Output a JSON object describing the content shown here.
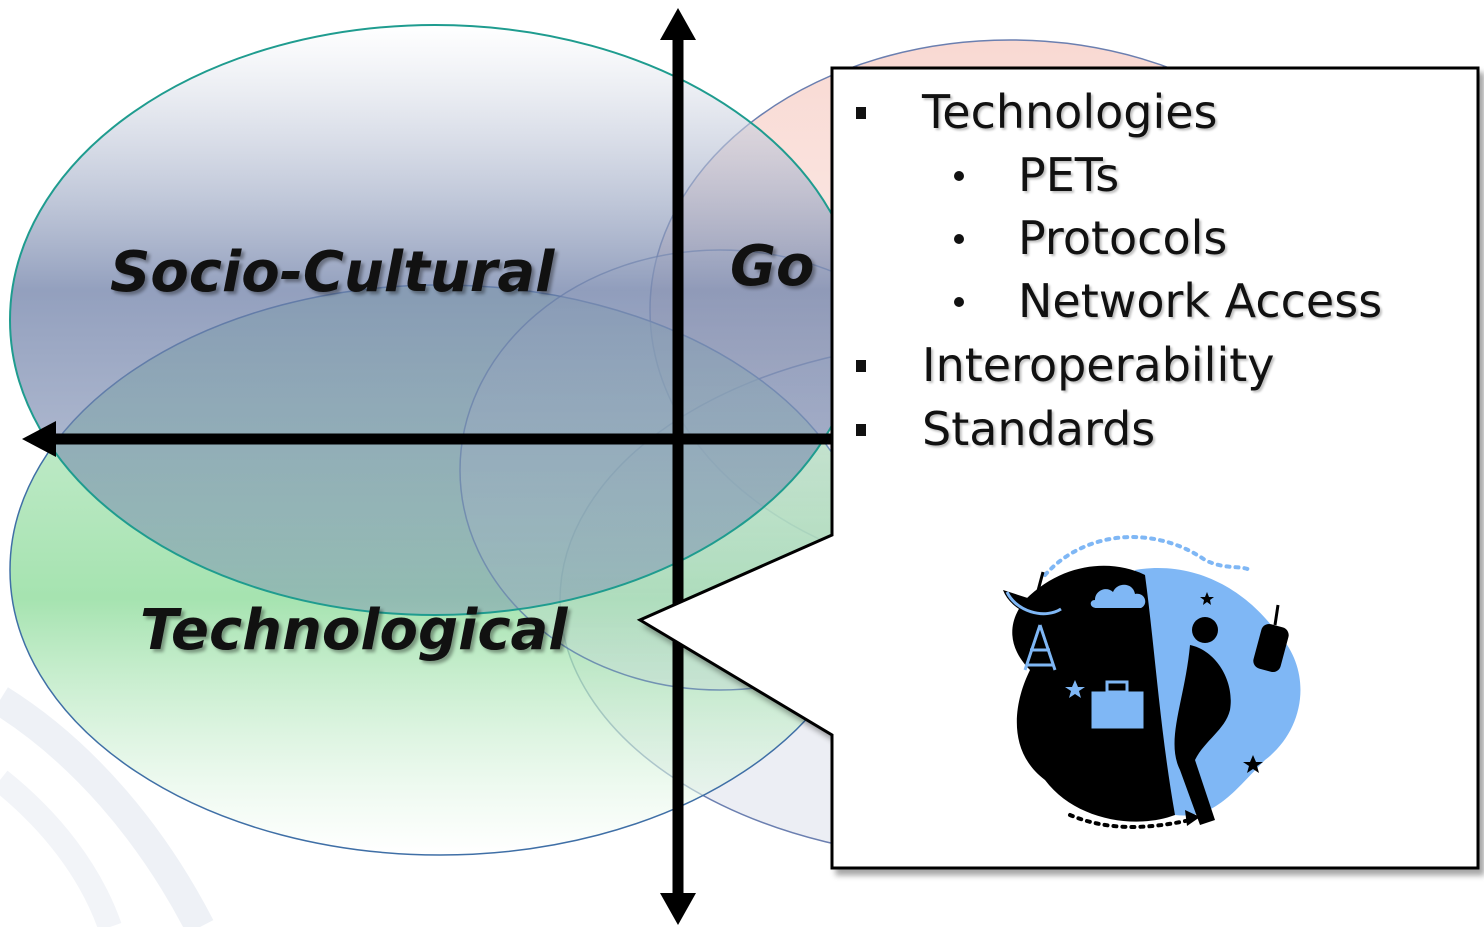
{
  "quadrants": {
    "socio_cultural": "Socio-Cultural",
    "governance_partial": "Go",
    "technological": "Technological"
  },
  "callout": {
    "items": [
      {
        "text": "Technologies",
        "level": 1
      },
      {
        "text": "PETs",
        "level": 2
      },
      {
        "text": "Protocols",
        "level": 2
      },
      {
        "text": "Network Access",
        "level": 2
      },
      {
        "text": "Interoperability",
        "level": 1
      },
      {
        "text": "Standards",
        "level": 1
      }
    ],
    "illustration": "technology-communication-clipart"
  },
  "colors": {
    "socio_cultural": "#7d8fb4",
    "technological": "#9fe3a6",
    "governance": "#f3b1a6",
    "axes": "#000000",
    "clipart_blue": "#7fb7f5"
  }
}
